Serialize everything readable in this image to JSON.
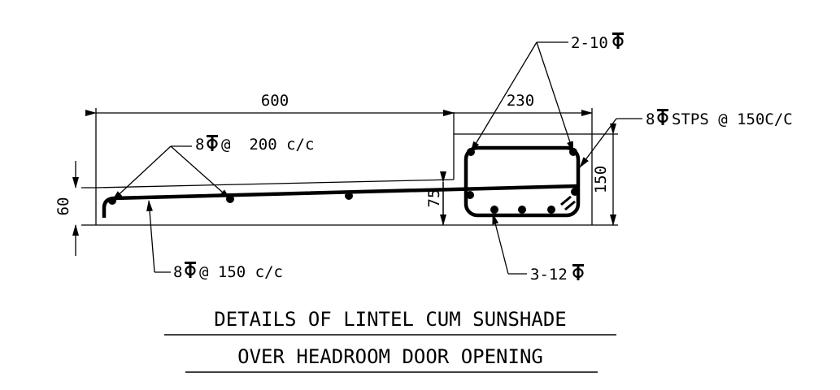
{
  "dimensions": {
    "sunshade_width": "600",
    "beam_width": "230",
    "beam_depth": "150",
    "sunshade_edge_depth": "60",
    "sunshade_root_depth": "75"
  },
  "reinforcement": {
    "top_bars": "2-10",
    "bottom_bars": "3-12",
    "stirrups": "8",
    "stirrups_suffix": "STPS @ 150C/C",
    "sunshade_main": "8",
    "sunshade_main_suffix": "@  200 c/c",
    "sunshade_dist": "8",
    "sunshade_dist_suffix": "@ 150 c/c"
  },
  "title": {
    "line1": "DETAILS OF LINTEL CUM SUNSHADE",
    "line2": "OVER HEADROOM DOOR OPENING"
  }
}
